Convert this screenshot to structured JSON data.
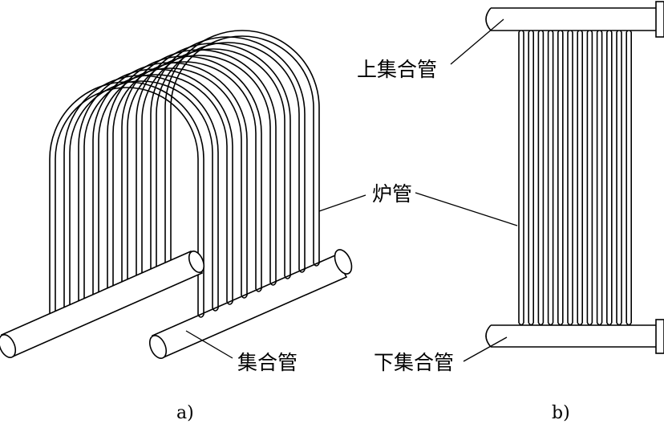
{
  "labels": {
    "upper_header": "上集合管",
    "furnace_tube": "炉管",
    "header": "集合管",
    "lower_header": "下集合管"
  },
  "captions": {
    "a": "a)",
    "b": "b)"
  }
}
